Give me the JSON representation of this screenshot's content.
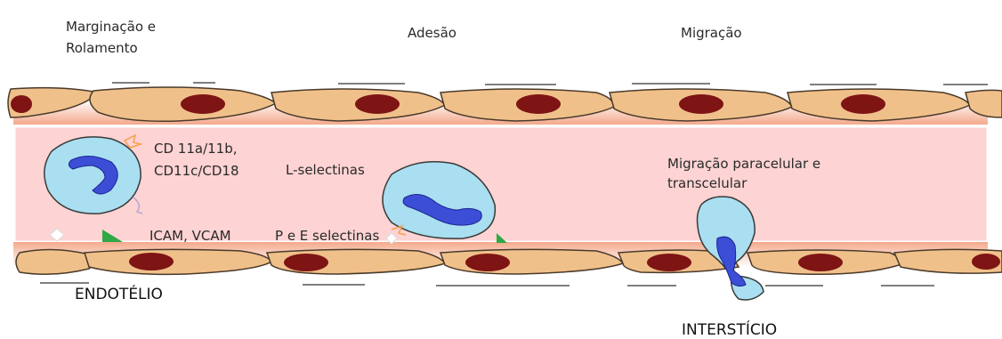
{
  "stages": {
    "margination_line1": "Marginação e",
    "margination_line2": "Rolamento",
    "adhesion": "Adesão",
    "migration": "Migração"
  },
  "molecules": {
    "integrins_line1": "CD 11a/11b,",
    "integrins_line2": "CD11c/CD18",
    "l_selectins": "L-selectinas",
    "icam_vcam": "ICAM, VCAM",
    "p_e_selectins": "P e E selectinas"
  },
  "migration_types": {
    "line1": "Migração paracelular e",
    "line2": "transcelular"
  },
  "regions": {
    "endothelium": "ENDOTÉLIO",
    "interstitium": "INTERSTÍCIO"
  },
  "colors": {
    "lumen": "#fdd3d3",
    "lumen_border": "#ffffff",
    "endothelial_cell": "#f0c08a",
    "endothelial_edge": "#4a3a2a",
    "nucleus": "#7e1414",
    "subendothelial": "#f2a88a",
    "leukocyte": "#a9dff0",
    "leukocyte_nucleus": "#3d4ed6",
    "ligand": "#2fa845",
    "receptor": "#f5a04a"
  },
  "icons": [
    "leukocyte-shape",
    "endothelial-cell-shape",
    "adhesion-molecule-marker"
  ]
}
